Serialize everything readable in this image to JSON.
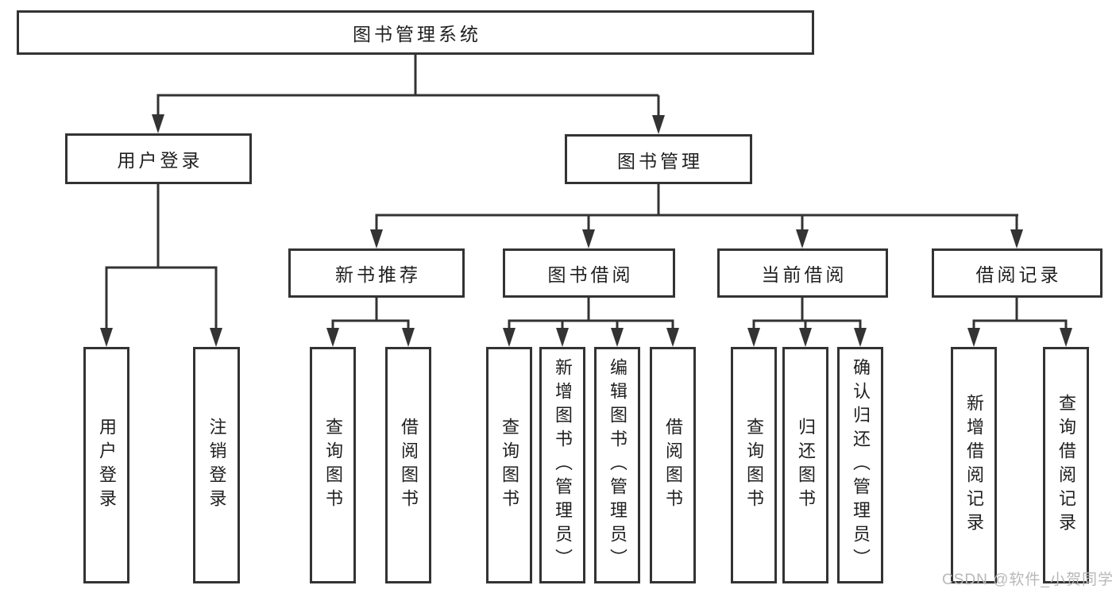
{
  "diagram": {
    "root": {
      "label": "图书管理系统"
    },
    "branches": [
      {
        "label": "用户登录",
        "children": [
          {
            "label": "用户登录"
          },
          {
            "label": "注销登录"
          }
        ]
      },
      {
        "label": "图书管理",
        "children": [
          {
            "label": "新书推荐",
            "children": [
              {
                "label": "查询图书"
              },
              {
                "label": "借阅图书"
              }
            ]
          },
          {
            "label": "图书借阅",
            "children": [
              {
                "label": "查询图书"
              },
              {
                "label": "新增图书（管理员）"
              },
              {
                "label": "编辑图书（管理员）"
              },
              {
                "label": "借阅图书"
              }
            ]
          },
          {
            "label": "当前借阅",
            "children": [
              {
                "label": "查询图书"
              },
              {
                "label": "归还图书"
              },
              {
                "label": "确认归还（管理员）"
              }
            ]
          },
          {
            "label": "借阅记录",
            "children": [
              {
                "label": "新增借阅记录"
              },
              {
                "label": "查询借阅记录"
              }
            ]
          }
        ]
      }
    ]
  },
  "watermark": {
    "text": "CSDN @软件_小贺同学"
  },
  "colors": {
    "line": "#333333",
    "box_border": "#333333",
    "text": "#1f1f1f",
    "background": "#ffffff",
    "watermark": "#b8b8b8"
  }
}
